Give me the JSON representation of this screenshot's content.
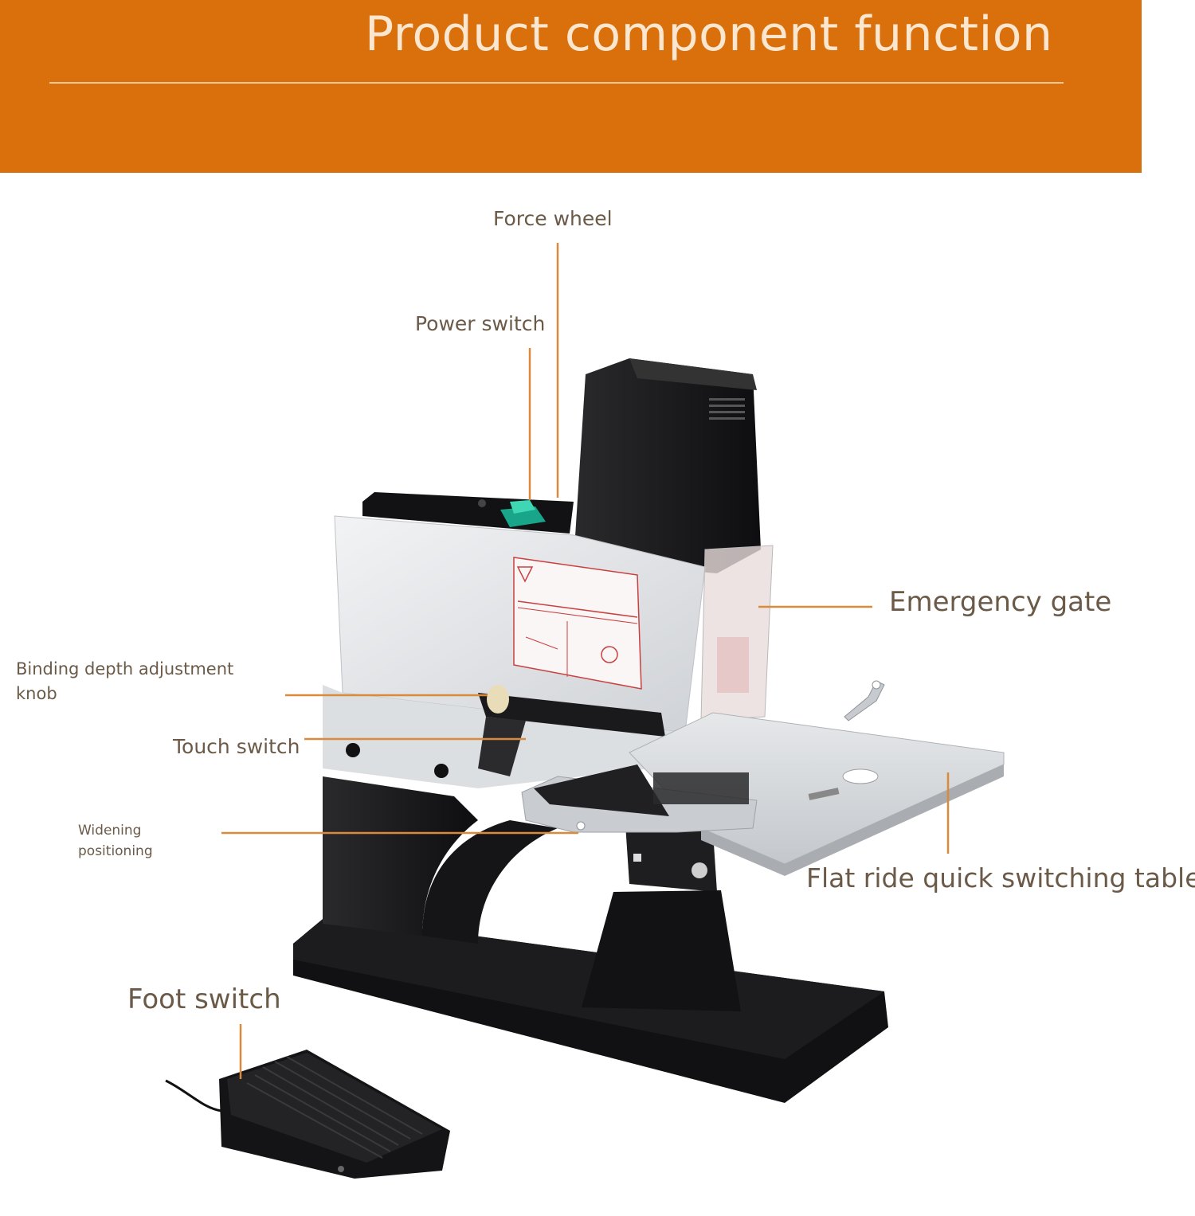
{
  "header": {
    "title": "Product component function"
  },
  "labels": {
    "force_wheel": "Force wheel",
    "power_switch": "Power switch",
    "emergency_gate": "Emergency gate",
    "binding_depth_line1": "Binding depth adjustment",
    "binding_depth_line2": "knob",
    "touch_switch": "Touch switch",
    "widening_line1": "Widening",
    "widening_line2": "positioning",
    "flat_ride_table": "Flat ride quick switching table",
    "foot_switch": "Foot switch"
  },
  "colors": {
    "banner": "#d9700c",
    "leader_line": "#d98a3a",
    "label_text": "#6b5a48"
  }
}
